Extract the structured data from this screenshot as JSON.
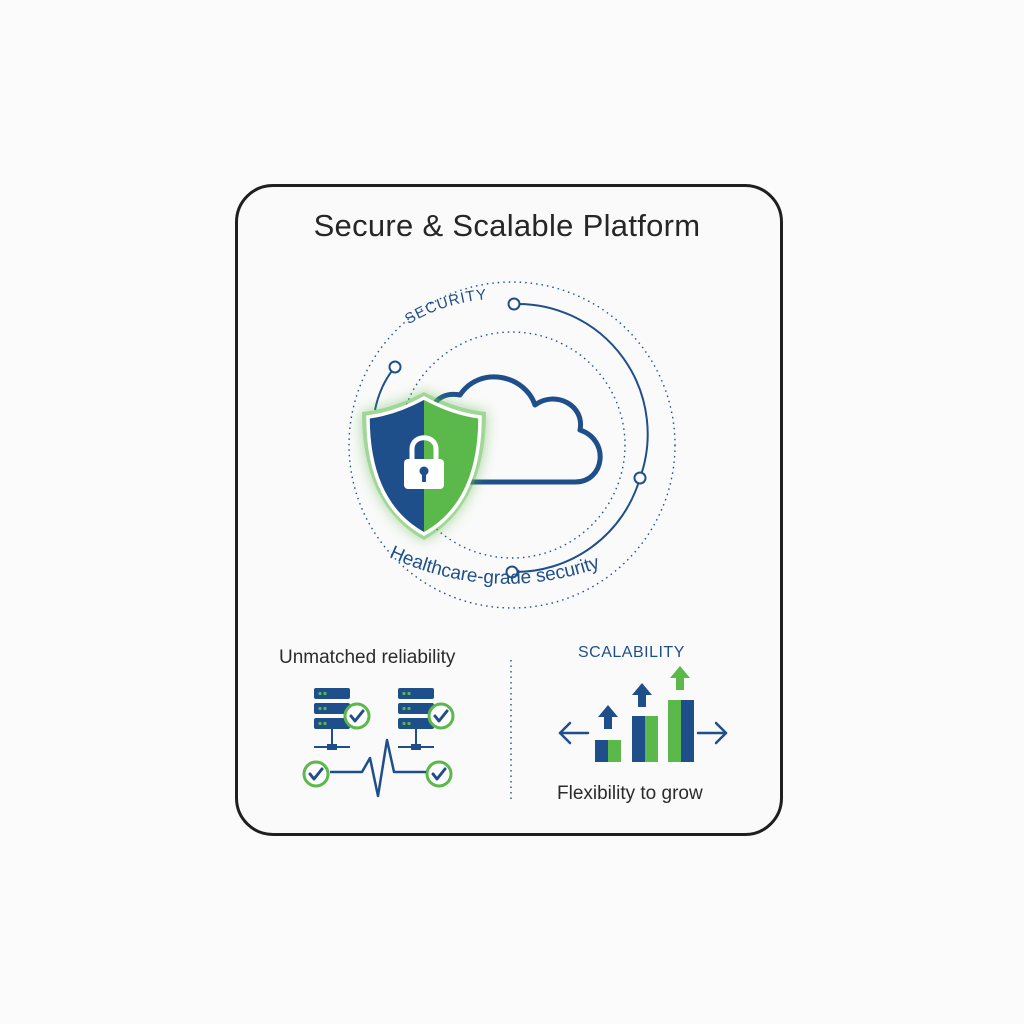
{
  "title": "Secure & Scalable Platform",
  "security": {
    "arc_label": "SECURITY",
    "caption": "Healthcare-grade security",
    "shield_icon": "shield-lock-icon",
    "cloud_icon": "cloud-icon"
  },
  "reliability": {
    "label": "Unmatched reliability",
    "server_icon": "server-rack-icon",
    "check_icon": "check-circle-icon",
    "pulse_icon": "heartbeat-line-icon"
  },
  "scalability": {
    "label": "SCALABILITY",
    "caption": "Flexibility to grow",
    "chart_icon": "growth-bars-icon",
    "arrow_icons": [
      "arrow-left-icon",
      "arrow-right-icon"
    ]
  },
  "colors": {
    "navy": "#1f4f8b",
    "green": "#5bb84a",
    "dark": "#262626"
  }
}
